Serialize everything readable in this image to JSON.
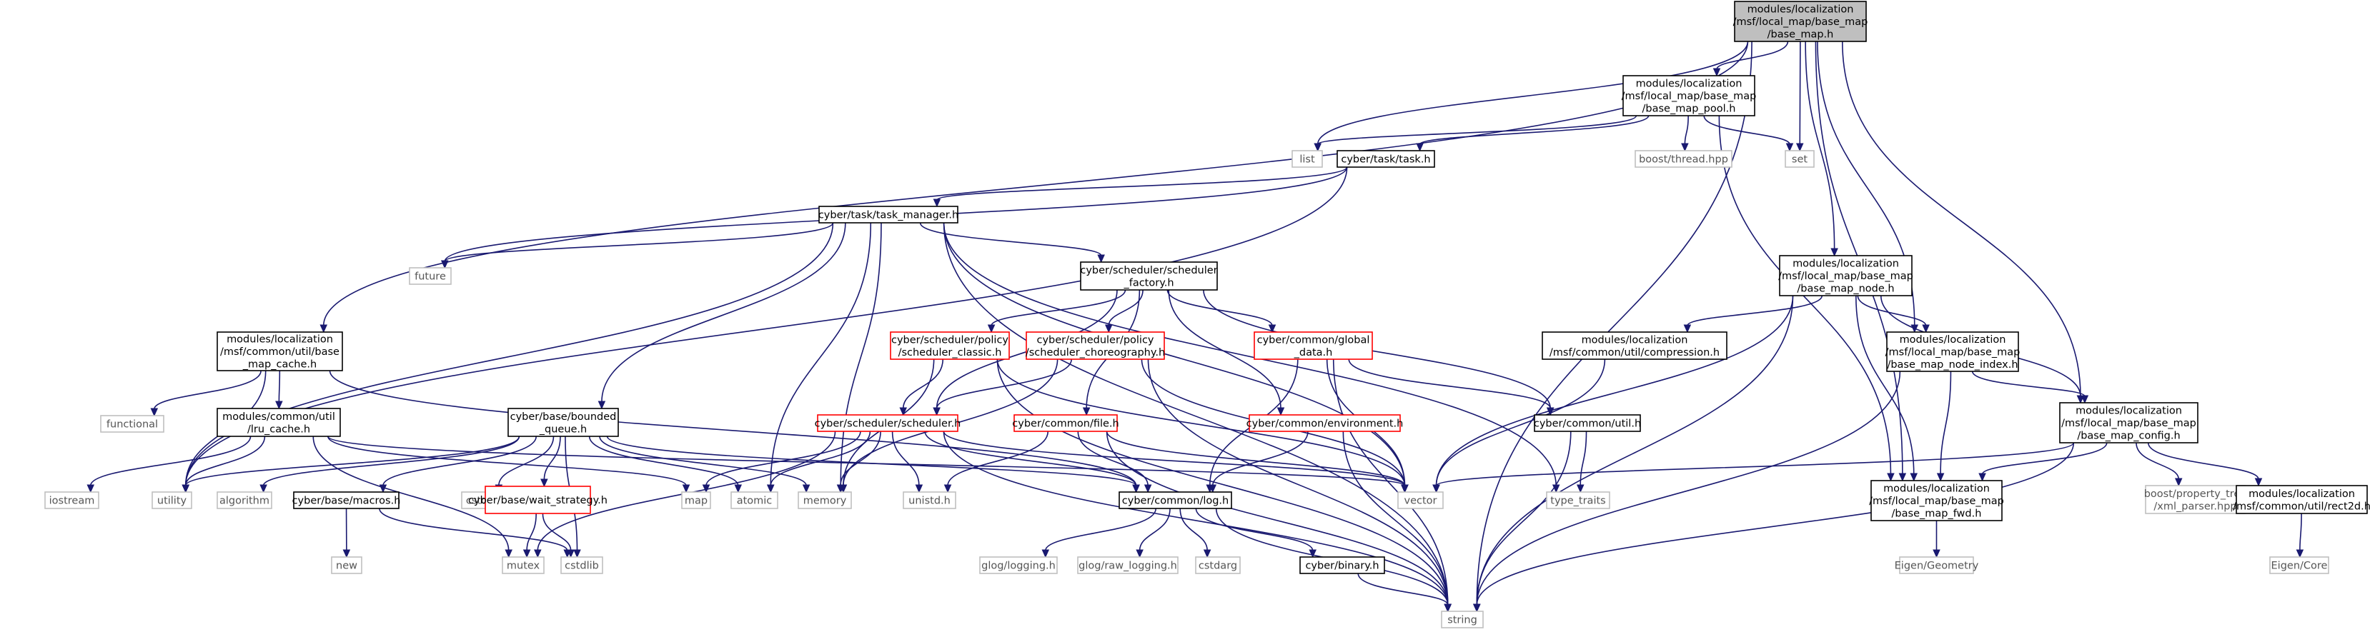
{
  "graph": {
    "title": "modules/localization/msf/local_map/base_map/base_map.h",
    "colors": {
      "edge": "#191970",
      "root_fill": "#bfbfbf",
      "node_border": "#000000",
      "truncated_border": "#ff0000",
      "external_border": "#bfbfbf",
      "external_text": "#555555"
    },
    "nodes": [
      {
        "id": "root",
        "label": [
          "modules/localization",
          "/msf/local_map/base_map",
          "/base_map.h"
        ],
        "kind": "root"
      },
      {
        "id": "base_map_pool",
        "label": [
          "modules/localization",
          "/msf/local_map/base_map",
          "/base_map_pool.h"
        ],
        "kind": "normal"
      },
      {
        "id": "list",
        "label": [
          "list"
        ],
        "kind": "external"
      },
      {
        "id": "task",
        "label": [
          "cyber/task/task.h"
        ],
        "kind": "normal"
      },
      {
        "id": "boost_thread",
        "label": [
          "boost/thread.hpp"
        ],
        "kind": "external"
      },
      {
        "id": "set",
        "label": [
          "set"
        ],
        "kind": "external"
      },
      {
        "id": "task_manager",
        "label": [
          "cyber/task/task_manager.h"
        ],
        "kind": "normal"
      },
      {
        "id": "future",
        "label": [
          "future"
        ],
        "kind": "external"
      },
      {
        "id": "scheduler_factory",
        "label": [
          "cyber/scheduler/scheduler",
          "_factory.h"
        ],
        "kind": "normal"
      },
      {
        "id": "base_map_node",
        "label": [
          "modules/localization",
          "/msf/local_map/base_map",
          "/base_map_node.h"
        ],
        "kind": "normal"
      },
      {
        "id": "base_map_cache",
        "label": [
          "modules/localization",
          "/msf/common/util/base",
          "_map_cache.h"
        ],
        "kind": "normal"
      },
      {
        "id": "scheduler_classic",
        "label": [
          "cyber/scheduler/policy",
          "/scheduler_classic.h"
        ],
        "kind": "truncated"
      },
      {
        "id": "scheduler_choreo",
        "label": [
          "cyber/scheduler/policy",
          "/scheduler_choreography.h"
        ],
        "kind": "truncated"
      },
      {
        "id": "global_data",
        "label": [
          "cyber/common/global",
          "_data.h"
        ],
        "kind": "truncated"
      },
      {
        "id": "compression",
        "label": [
          "modules/localization",
          "/msf/common/util/compression.h"
        ],
        "kind": "normal"
      },
      {
        "id": "base_map_node_index",
        "label": [
          "modules/localization",
          "/msf/local_map/base_map",
          "/base_map_node_index.h"
        ],
        "kind": "normal"
      },
      {
        "id": "functional",
        "label": [
          "functional"
        ],
        "kind": "external"
      },
      {
        "id": "lru_cache",
        "label": [
          "modules/common/util",
          "/lru_cache.h"
        ],
        "kind": "normal"
      },
      {
        "id": "bounded_queue",
        "label": [
          "cyber/base/bounded",
          "_queue.h"
        ],
        "kind": "normal"
      },
      {
        "id": "scheduler",
        "label": [
          "cyber/scheduler/scheduler.h"
        ],
        "kind": "truncated"
      },
      {
        "id": "file",
        "label": [
          "cyber/common/file.h"
        ],
        "kind": "truncated"
      },
      {
        "id": "environment",
        "label": [
          "cyber/common/environment.h"
        ],
        "kind": "truncated"
      },
      {
        "id": "common_util",
        "label": [
          "cyber/common/util.h"
        ],
        "kind": "normal"
      },
      {
        "id": "base_map_config",
        "label": [
          "modules/localization",
          "/msf/local_map/base_map",
          "/base_map_config.h"
        ],
        "kind": "normal"
      },
      {
        "id": "iostream",
        "label": [
          "iostream"
        ],
        "kind": "external"
      },
      {
        "id": "utility",
        "label": [
          "utility"
        ],
        "kind": "external"
      },
      {
        "id": "algorithm",
        "label": [
          "algorithm"
        ],
        "kind": "external"
      },
      {
        "id": "macros",
        "label": [
          "cyber/base/macros.h"
        ],
        "kind": "normal"
      },
      {
        "id": "cstdint",
        "label": [
          "cstdint"
        ],
        "kind": "external"
      },
      {
        "id": "wait_strategy",
        "label": [
          "cyber/base/wait_strategy.h"
        ],
        "kind": "truncated"
      },
      {
        "id": "map",
        "label": [
          "map"
        ],
        "kind": "external"
      },
      {
        "id": "atomic",
        "label": [
          "atomic"
        ],
        "kind": "external"
      },
      {
        "id": "memory",
        "label": [
          "memory"
        ],
        "kind": "external"
      },
      {
        "id": "unistd",
        "label": [
          "unistd.h"
        ],
        "kind": "external"
      },
      {
        "id": "log",
        "label": [
          "cyber/common/log.h"
        ],
        "kind": "normal"
      },
      {
        "id": "vector",
        "label": [
          "vector"
        ],
        "kind": "external"
      },
      {
        "id": "type_traits",
        "label": [
          "type_traits"
        ],
        "kind": "external"
      },
      {
        "id": "base_map_fwd",
        "label": [
          "modules/localization",
          "/msf/local_map/base_map",
          "/base_map_fwd.h"
        ],
        "kind": "normal"
      },
      {
        "id": "xml_parser",
        "label": [
          "boost/property_tree",
          "/xml_parser.hpp"
        ],
        "kind": "external"
      },
      {
        "id": "rect2d",
        "label": [
          "modules/localization",
          "/msf/common/util/rect2d.h"
        ],
        "kind": "normal"
      },
      {
        "id": "new",
        "label": [
          "new"
        ],
        "kind": "external"
      },
      {
        "id": "mutex",
        "label": [
          "mutex"
        ],
        "kind": "external"
      },
      {
        "id": "cstdlib",
        "label": [
          "cstdlib"
        ],
        "kind": "external"
      },
      {
        "id": "glog_logging",
        "label": [
          "glog/logging.h"
        ],
        "kind": "external"
      },
      {
        "id": "glog_raw_logging",
        "label": [
          "glog/raw_logging.h"
        ],
        "kind": "external"
      },
      {
        "id": "cstdarg",
        "label": [
          "cstdarg"
        ],
        "kind": "external"
      },
      {
        "id": "binary",
        "label": [
          "cyber/binary.h"
        ],
        "kind": "normal"
      },
      {
        "id": "eigen_geometry",
        "label": [
          "Eigen/Geometry"
        ],
        "kind": "external"
      },
      {
        "id": "eigen_core",
        "label": [
          "Eigen/Core"
        ],
        "kind": "external"
      },
      {
        "id": "string",
        "label": [
          "string"
        ],
        "kind": "external"
      }
    ],
    "edges": [
      [
        "root",
        "base_map_pool"
      ],
      [
        "root",
        "list"
      ],
      [
        "root",
        "set"
      ],
      [
        "root",
        "base_map_node"
      ],
      [
        "root",
        "base_map_node_index"
      ],
      [
        "root",
        "base_map_config"
      ],
      [
        "root",
        "base_map_fwd"
      ],
      [
        "root",
        "base_map_cache"
      ],
      [
        "root",
        "string"
      ],
      [
        "base_map_pool",
        "list"
      ],
      [
        "base_map_pool",
        "task"
      ],
      [
        "base_map_pool",
        "boost_thread"
      ],
      [
        "base_map_pool",
        "set"
      ],
      [
        "base_map_pool",
        "base_map_fwd"
      ],
      [
        "task",
        "task_manager"
      ],
      [
        "task",
        "future"
      ],
      [
        "task",
        "utility"
      ],
      [
        "task_manager",
        "future"
      ],
      [
        "task_manager",
        "scheduler_factory"
      ],
      [
        "task_manager",
        "bounded_queue"
      ],
      [
        "task_manager",
        "utility"
      ],
      [
        "task_manager",
        "atomic"
      ],
      [
        "task_manager",
        "memory"
      ],
      [
        "task_manager",
        "vector"
      ],
      [
        "task_manager",
        "type_traits"
      ],
      [
        "task_manager",
        "string"
      ],
      [
        "scheduler_factory",
        "scheduler_classic"
      ],
      [
        "scheduler_factory",
        "scheduler_choreo"
      ],
      [
        "scheduler_factory",
        "global_data"
      ],
      [
        "scheduler_factory",
        "scheduler"
      ],
      [
        "scheduler_factory",
        "file"
      ],
      [
        "scheduler_factory",
        "environment"
      ],
      [
        "scheduler_factory",
        "common_util"
      ],
      [
        "scheduler_classic",
        "scheduler"
      ],
      [
        "scheduler_classic",
        "memory"
      ],
      [
        "scheduler_classic",
        "vector"
      ],
      [
        "scheduler_classic",
        "string"
      ],
      [
        "scheduler_choreo",
        "scheduler"
      ],
      [
        "scheduler_choreo",
        "memory"
      ],
      [
        "scheduler_choreo",
        "vector"
      ],
      [
        "scheduler_choreo",
        "string"
      ],
      [
        "global_data",
        "log"
      ],
      [
        "global_data",
        "common_util"
      ],
      [
        "global_data",
        "string"
      ],
      [
        "global_data",
        "vector"
      ],
      [
        "environment",
        "log"
      ],
      [
        "environment",
        "string"
      ],
      [
        "file",
        "log"
      ],
      [
        "file",
        "unistd"
      ],
      [
        "file",
        "string"
      ],
      [
        "file",
        "vector"
      ],
      [
        "scheduler",
        "map"
      ],
      [
        "scheduler",
        "atomic"
      ],
      [
        "scheduler",
        "memory"
      ],
      [
        "scheduler",
        "unistd"
      ],
      [
        "scheduler",
        "log"
      ],
      [
        "scheduler",
        "vector"
      ],
      [
        "scheduler",
        "string"
      ],
      [
        "scheduler",
        "mutex"
      ],
      [
        "common_util",
        "type_traits"
      ],
      [
        "common_util",
        "string"
      ],
      [
        "base_map_node",
        "compression"
      ],
      [
        "base_map_node",
        "base_map_node_index"
      ],
      [
        "base_map_node",
        "base_map_config"
      ],
      [
        "base_map_node",
        "base_map_fwd"
      ],
      [
        "base_map_node",
        "vector"
      ],
      [
        "base_map_node",
        "string"
      ],
      [
        "compression",
        "vector"
      ],
      [
        "base_map_node_index",
        "base_map_config"
      ],
      [
        "base_map_node_index",
        "base_map_fwd"
      ],
      [
        "base_map_node_index",
        "string"
      ],
      [
        "base_map_config",
        "base_map_fwd"
      ],
      [
        "base_map_config",
        "xml_parser"
      ],
      [
        "base_map_config",
        "rect2d"
      ],
      [
        "base_map_config",
        "vector"
      ],
      [
        "base_map_config",
        "string"
      ],
      [
        "base_map_cache",
        "functional"
      ],
      [
        "base_map_cache",
        "lru_cache"
      ],
      [
        "base_map_cache",
        "utility"
      ],
      [
        "base_map_cache",
        "log"
      ],
      [
        "lru_cache",
        "iostream"
      ],
      [
        "lru_cache",
        "utility"
      ],
      [
        "lru_cache",
        "map"
      ],
      [
        "lru_cache",
        "vector"
      ],
      [
        "lru_cache",
        "mutex"
      ],
      [
        "bounded_queue",
        "utility"
      ],
      [
        "bounded_queue",
        "algorithm"
      ],
      [
        "bounded_queue",
        "macros"
      ],
      [
        "bounded_queue",
        "cstdint"
      ],
      [
        "bounded_queue",
        "wait_strategy"
      ],
      [
        "bounded_queue",
        "atomic"
      ],
      [
        "bounded_queue",
        "memory"
      ],
      [
        "bounded_queue",
        "cstdlib"
      ],
      [
        "bounded_queue",
        "log"
      ],
      [
        "macros",
        "new"
      ],
      [
        "macros",
        "cstdlib"
      ],
      [
        "wait_strategy",
        "mutex"
      ],
      [
        "wait_strategy",
        "cstdlib"
      ],
      [
        "log",
        "glog_logging"
      ],
      [
        "log",
        "glog_raw_logging"
      ],
      [
        "log",
        "cstdarg"
      ],
      [
        "log",
        "binary"
      ],
      [
        "log",
        "string"
      ],
      [
        "binary",
        "string"
      ],
      [
        "base_map_fwd",
        "eigen_geometry"
      ],
      [
        "rect2d",
        "eigen_core"
      ]
    ]
  }
}
